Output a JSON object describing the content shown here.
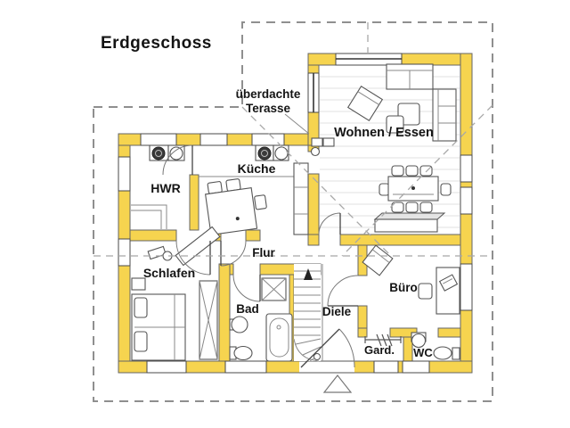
{
  "title": "Erdgeschoss",
  "labels": {
    "terrace_line1": "überdachte",
    "terrace_line2": "Terasse",
    "living_dining": "Wohnen / Essen",
    "kitchen": "Küche",
    "utility": "HWR",
    "hallway": "Flur",
    "bedroom": "Schlafen",
    "bathroom": "Bad",
    "entrance_hall": "Diele",
    "office": "Büro",
    "wardrobe": "Gard.",
    "wc": "WC"
  },
  "colors": {
    "wall_fill": "#F6D44F",
    "wall_stroke": "#666666",
    "roof_dash": "#8F8F8F",
    "text": "#141414",
    "floor_line": "#E2E2E2",
    "background": "#FFFFFF"
  }
}
